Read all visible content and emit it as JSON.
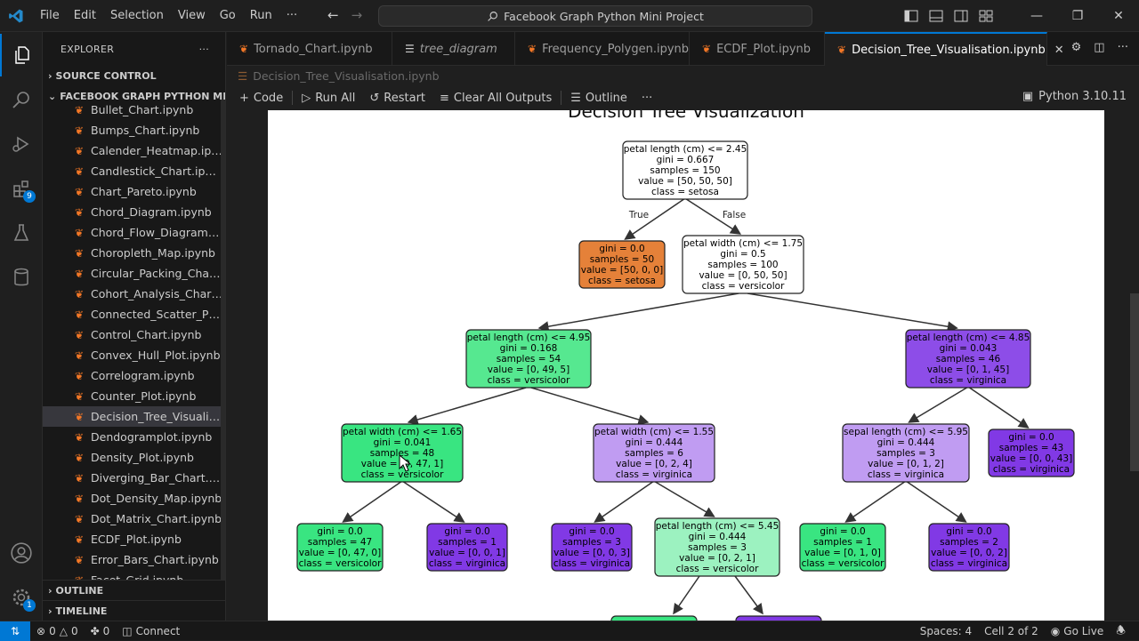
{
  "titlebar": {
    "menu": [
      "File",
      "Edit",
      "Selection",
      "View",
      "Go",
      "Run",
      "···"
    ],
    "search": "Facebook Graph Python Mini Project"
  },
  "activity": {
    "extensions_badge": "9",
    "accounts_badge": "1"
  },
  "sidebar": {
    "header": "EXPLORER",
    "source_control": "SOURCE CONTROL",
    "folder": "FACEBOOK GRAPH PYTHON MI...",
    "files": [
      {
        "name": "Bullet_Chart.ipynb"
      },
      {
        "name": "Bumps_Chart.ipynb"
      },
      {
        "name": "Calender_Heatmap.ipynb"
      },
      {
        "name": "Candlestick_Chart.ipynb"
      },
      {
        "name": "Chart_Pareto.ipynb"
      },
      {
        "name": "Chord_Diagram.ipynb"
      },
      {
        "name": "Chord_Flow_Diagram.ip..."
      },
      {
        "name": "Choropleth_Map.ipynb"
      },
      {
        "name": "Circular_Packing_Chart.i..."
      },
      {
        "name": "Cohort_Analysis_Chart.i..."
      },
      {
        "name": "Connected_Scatter_Plot..."
      },
      {
        "name": "Control_Chart.ipynb"
      },
      {
        "name": "Convex_Hull_Plot.ipynb"
      },
      {
        "name": "Correlogram.ipynb"
      },
      {
        "name": "Counter_Plot.ipynb"
      },
      {
        "name": "Decision_Tree_Visualisa...",
        "selected": true
      },
      {
        "name": "Dendogramplot.ipynb"
      },
      {
        "name": "Density_Plot.ipynb"
      },
      {
        "name": "Diverging_Bar_Chart.ip..."
      },
      {
        "name": "Dot_Density_Map.ipynb"
      },
      {
        "name": "Dot_Matrix_Chart.ipynb"
      },
      {
        "name": "ECDF_Plot.ipynb"
      },
      {
        "name": "Error_Bars_Chart.ipynb"
      },
      {
        "name": "Facet_Grid.ipynb"
      }
    ],
    "outline": "OUTLINE",
    "timeline": "TIMELINE"
  },
  "tabs": [
    {
      "label": "Tornado_Chart.ipynb",
      "kind": "notebook"
    },
    {
      "label": "tree_diagram",
      "kind": "file",
      "italic": true
    },
    {
      "label": "Frequency_Polygen.ipynb",
      "kind": "notebook"
    },
    {
      "label": "ECDF_Plot.ipynb",
      "kind": "notebook"
    },
    {
      "label": "Decision_Tree_Visualisation.ipynb",
      "kind": "notebook",
      "active": true
    }
  ],
  "breadcrumb": "Decision_Tree_Visualisation.ipynb",
  "toolbar": {
    "code": "Code",
    "run_all": "Run All",
    "restart": "Restart",
    "clear_outputs": "Clear All Outputs",
    "outline": "Outline",
    "more": "···",
    "kernel": "Python 3.10.11"
  },
  "plot": {
    "title": "Decision Tree Visualization",
    "edge_true": "True",
    "edge_false": "False",
    "colors": {
      "setosa_strong": "#e58139",
      "versicolor_strong": "#39e581",
      "versicolor_mid": "#56e890",
      "versicolor_light": "#9cf2c0",
      "virginica_strong": "#8139e5",
      "virginica_mid": "#8d4de8",
      "virginica_light": "#c09cf2",
      "white": "#ffffff"
    },
    "nodes": [
      {
        "id": "n0",
        "lines": [
          "petal length (cm) <= 2.45",
          "gini = 0.667",
          "samples = 150",
          "value = [50, 50, 50]",
          "class = setosa"
        ],
        "color": "white"
      },
      {
        "id": "n1",
        "lines": [
          "gini = 0.0",
          "samples = 50",
          "value = [50, 0, 0]",
          "class = setosa"
        ],
        "color": "setosa_strong"
      },
      {
        "id": "n2",
        "lines": [
          "petal width (cm) <= 1.75",
          "gini = 0.5",
          "samples = 100",
          "value = [0, 50, 50]",
          "class = versicolor"
        ],
        "color": "white"
      },
      {
        "id": "n3",
        "lines": [
          "petal length (cm) <= 4.95",
          "gini = 0.168",
          "samples = 54",
          "value = [0, 49, 5]",
          "class = versicolor"
        ],
        "color": "versicolor_mid"
      },
      {
        "id": "n4",
        "lines": [
          "petal length (cm) <= 4.85",
          "gini = 0.043",
          "samples = 46",
          "value = [0, 1, 45]",
          "class = virginica"
        ],
        "color": "virginica_mid"
      },
      {
        "id": "n5",
        "lines": [
          "petal width (cm) <= 1.65",
          "gini = 0.041",
          "samples = 48",
          "value = [0, 47, 1]",
          "class = versicolor"
        ],
        "color": "versicolor_strong"
      },
      {
        "id": "n6",
        "lines": [
          "petal width (cm) <= 1.55",
          "gini = 0.444",
          "samples = 6",
          "value = [0, 2, 4]",
          "class = virginica"
        ],
        "color": "virginica_light"
      },
      {
        "id": "n7",
        "lines": [
          "sepal length (cm) <= 5.95",
          "gini = 0.444",
          "samples = 3",
          "value = [0, 1, 2]",
          "class = virginica"
        ],
        "color": "virginica_light"
      },
      {
        "id": "n8",
        "lines": [
          "gini = 0.0",
          "samples = 43",
          "value = [0, 0, 43]",
          "class = virginica"
        ],
        "color": "virginica_strong"
      },
      {
        "id": "n9",
        "lines": [
          "gini = 0.0",
          "samples = 47",
          "value = [0, 47, 0]",
          "class = versicolor"
        ],
        "color": "versicolor_strong"
      },
      {
        "id": "n10",
        "lines": [
          "gini = 0.0",
          "samples = 1",
          "value = [0, 0, 1]",
          "class = virginica"
        ],
        "color": "virginica_strong"
      },
      {
        "id": "n11",
        "lines": [
          "gini = 0.0",
          "samples = 3",
          "value = [0, 0, 3]",
          "class = virginica"
        ],
        "color": "virginica_strong"
      },
      {
        "id": "n12",
        "lines": [
          "petal length (cm) <= 5.45",
          "gini = 0.444",
          "samples = 3",
          "value = [0, 2, 1]",
          "class = versicolor"
        ],
        "color": "versicolor_light"
      },
      {
        "id": "n13",
        "lines": [
          "gini = 0.0",
          "samples = 1",
          "value = [0, 1, 0]",
          "class = versicolor"
        ],
        "color": "versicolor_strong"
      },
      {
        "id": "n14",
        "lines": [
          "gini = 0.0",
          "samples = 2",
          "value = [0, 0, 2]",
          "class = virginica"
        ],
        "color": "virginica_strong"
      }
    ],
    "edges": [
      [
        "n0",
        "n1"
      ],
      [
        "n0",
        "n2"
      ],
      [
        "n2",
        "n3"
      ],
      [
        "n2",
        "n4"
      ],
      [
        "n3",
        "n5"
      ],
      [
        "n3",
        "n6"
      ],
      [
        "n4",
        "n7"
      ],
      [
        "n4",
        "n8"
      ],
      [
        "n5",
        "n9"
      ],
      [
        "n5",
        "n10"
      ],
      [
        "n6",
        "n11"
      ],
      [
        "n6",
        "n12"
      ],
      [
        "n7",
        "n13"
      ],
      [
        "n7",
        "n14"
      ]
    ]
  },
  "statusbar": {
    "errors": "0",
    "warnings": "0",
    "ports": "0",
    "connect": "Connect",
    "spaces": "Spaces: 4",
    "cell": "Cell 2 of 2",
    "golive": "Go Live"
  }
}
